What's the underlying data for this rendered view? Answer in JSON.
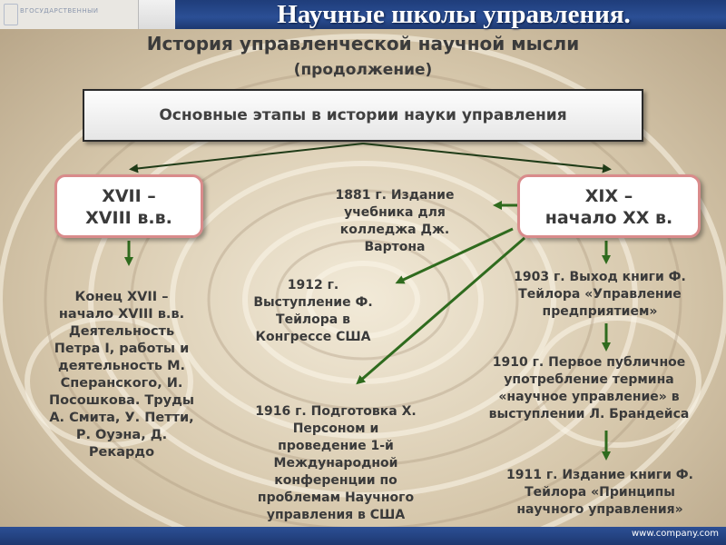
{
  "title": "Научные школы управления.",
  "logo": {
    "text": "ВГОСУДАРСТВЕННЫЙ"
  },
  "heading": {
    "main": "История управленческой научной мысли",
    "sub": "(продолжение)"
  },
  "stages_box": {
    "label": "Основные этапы в истории науки управления"
  },
  "era_left": {
    "line1": "XVII –",
    "line2": "XVIII в.в."
  },
  "era_right": {
    "line1": "XIX –",
    "line2": "начало XX в."
  },
  "left_text": [
    "Конец XVII –",
    "начало XVIII в.в.",
    "Деятельность",
    "Петра I, работы и",
    "деятельность М.",
    "Сперанского, И.",
    "Посошкова. Труды",
    "А. Смита, У. Петти,",
    "Р. Оуэна, Д.",
    "Рекардо"
  ],
  "events": {
    "e1881": [
      "1881 г. Издание",
      "учебника для",
      "колледжа Дж.",
      "Вартона"
    ],
    "e1912": [
      "1912 г.",
      "Выступление Ф.",
      "Тейлора в",
      "Конгрессе США"
    ],
    "e1916": [
      "1916 г. Подготовка Х.",
      "Персоном и",
      "проведение 1-й",
      "Международной",
      "конференции по",
      "проблемам Научного",
      "управления в США"
    ],
    "e1903": [
      "1903 г. Выход книги Ф.",
      "Тейлора «Управление",
      "предприятием»"
    ],
    "e1910": [
      "1910 г. Первое публичное",
      "употребление термина",
      "«научное управление» в",
      "выступлении Л. Брандейса"
    ],
    "e1911": [
      "1911 г. Издание книги Ф.",
      "Тейлора «Принципы",
      "научного управления»"
    ]
  },
  "footer": {
    "url": "www.company.com"
  },
  "colors": {
    "arrow": "#2f6b1e",
    "era_border": "#d98b8b",
    "bar": "#1f3d7a",
    "text": "#3a3a3a"
  }
}
